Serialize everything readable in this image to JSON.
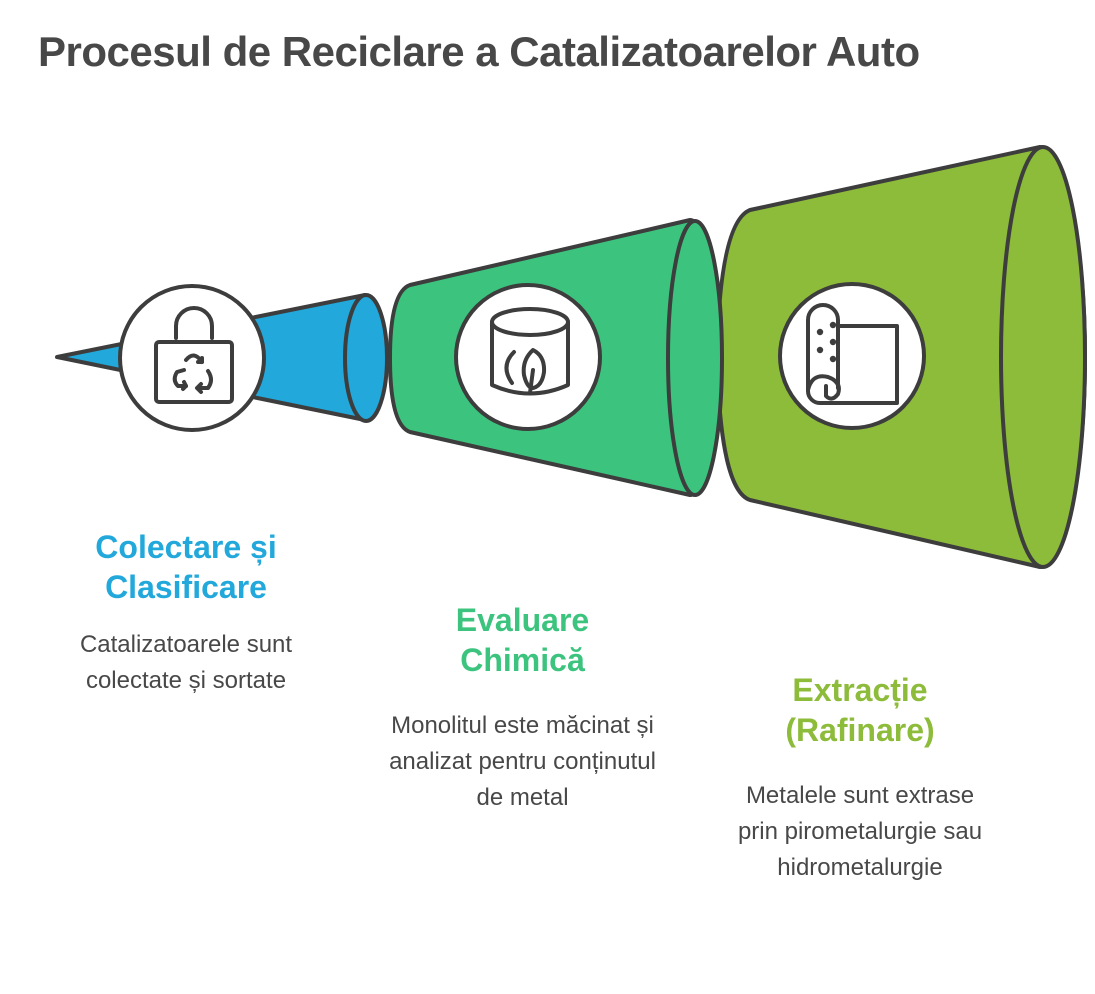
{
  "title": "Procesul de Reciclare a Catalizatoarelor Auto",
  "colors": {
    "stroke": "#3d3d3d",
    "text": "#484848",
    "step1": "#22a8da",
    "step2": "#3cc47e",
    "step3": "#8dbb3a"
  },
  "steps": [
    {
      "title_line1": "Colectare și",
      "title_line2": "Clasificare",
      "description": "Catalizatoarele sunt colectate și sortate",
      "icon": "recycle-bag-icon",
      "color": "#22a8da"
    },
    {
      "title_line1": "Evaluare",
      "title_line2": "Chimică",
      "description": "Monolitul este măcinat și analizat pentru conținutul de metal",
      "icon": "canister-leaf-icon",
      "color": "#3cc47e"
    },
    {
      "title_line1": "Extracție",
      "title_line2": "(Rafinare)",
      "description": "Metalele sunt extrase prin pirometalurgie sau hidrometalurgie",
      "icon": "scroll-icon",
      "color": "#8dbb3a"
    }
  ]
}
